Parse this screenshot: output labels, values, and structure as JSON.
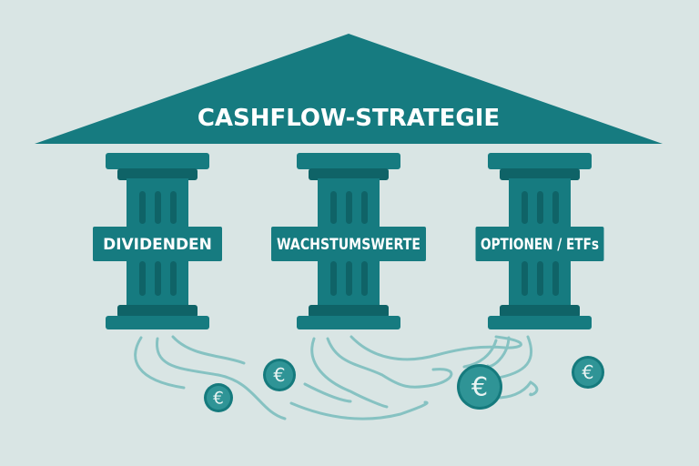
{
  "title": "CASHFLOW-STRATEGIE",
  "pillars": [
    {
      "label": "DIVIDENDEN"
    },
    {
      "label": "WACHSTUMSWERTE"
    },
    {
      "label": "OPTIONEN / ETFs"
    }
  ],
  "coin_symbol": "€",
  "colors": {
    "background": "#d9e5e4",
    "teal": "#167b80",
    "teal_dark": "#0f6367",
    "wave": "#86c2c2",
    "coin": "#2f9496"
  }
}
